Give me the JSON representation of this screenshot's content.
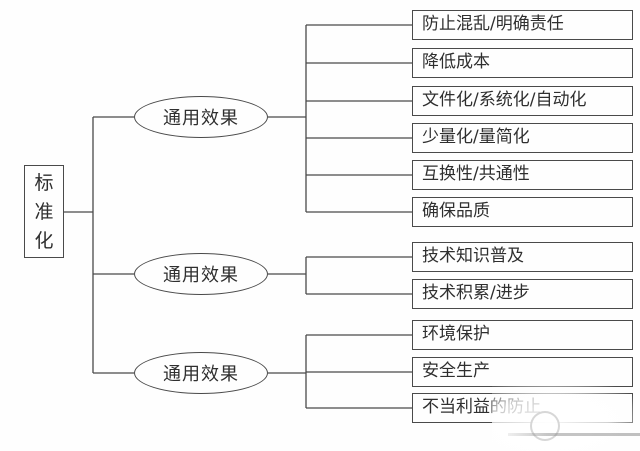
{
  "page": {
    "background_color": "#fefefe",
    "line_color": "#4a4a4a",
    "text_color": "#2f2f2f"
  },
  "diagram": {
    "type": "tree",
    "root": {
      "label": "标准化"
    },
    "groups": [
      {
        "category": "通用效果",
        "items": [
          "防止混乱/明确责任",
          "降低成本",
          "文件化/系统化/自动化",
          "少量化/量简化",
          "互换性/共通性",
          "确保品质"
        ]
      },
      {
        "category": "通用效果",
        "items": [
          "技术知识普及",
          "技术积累/进步"
        ]
      },
      {
        "category": "通用效果",
        "items": [
          "环境保护",
          "安全生产",
          "不当利益的防止"
        ]
      }
    ]
  }
}
